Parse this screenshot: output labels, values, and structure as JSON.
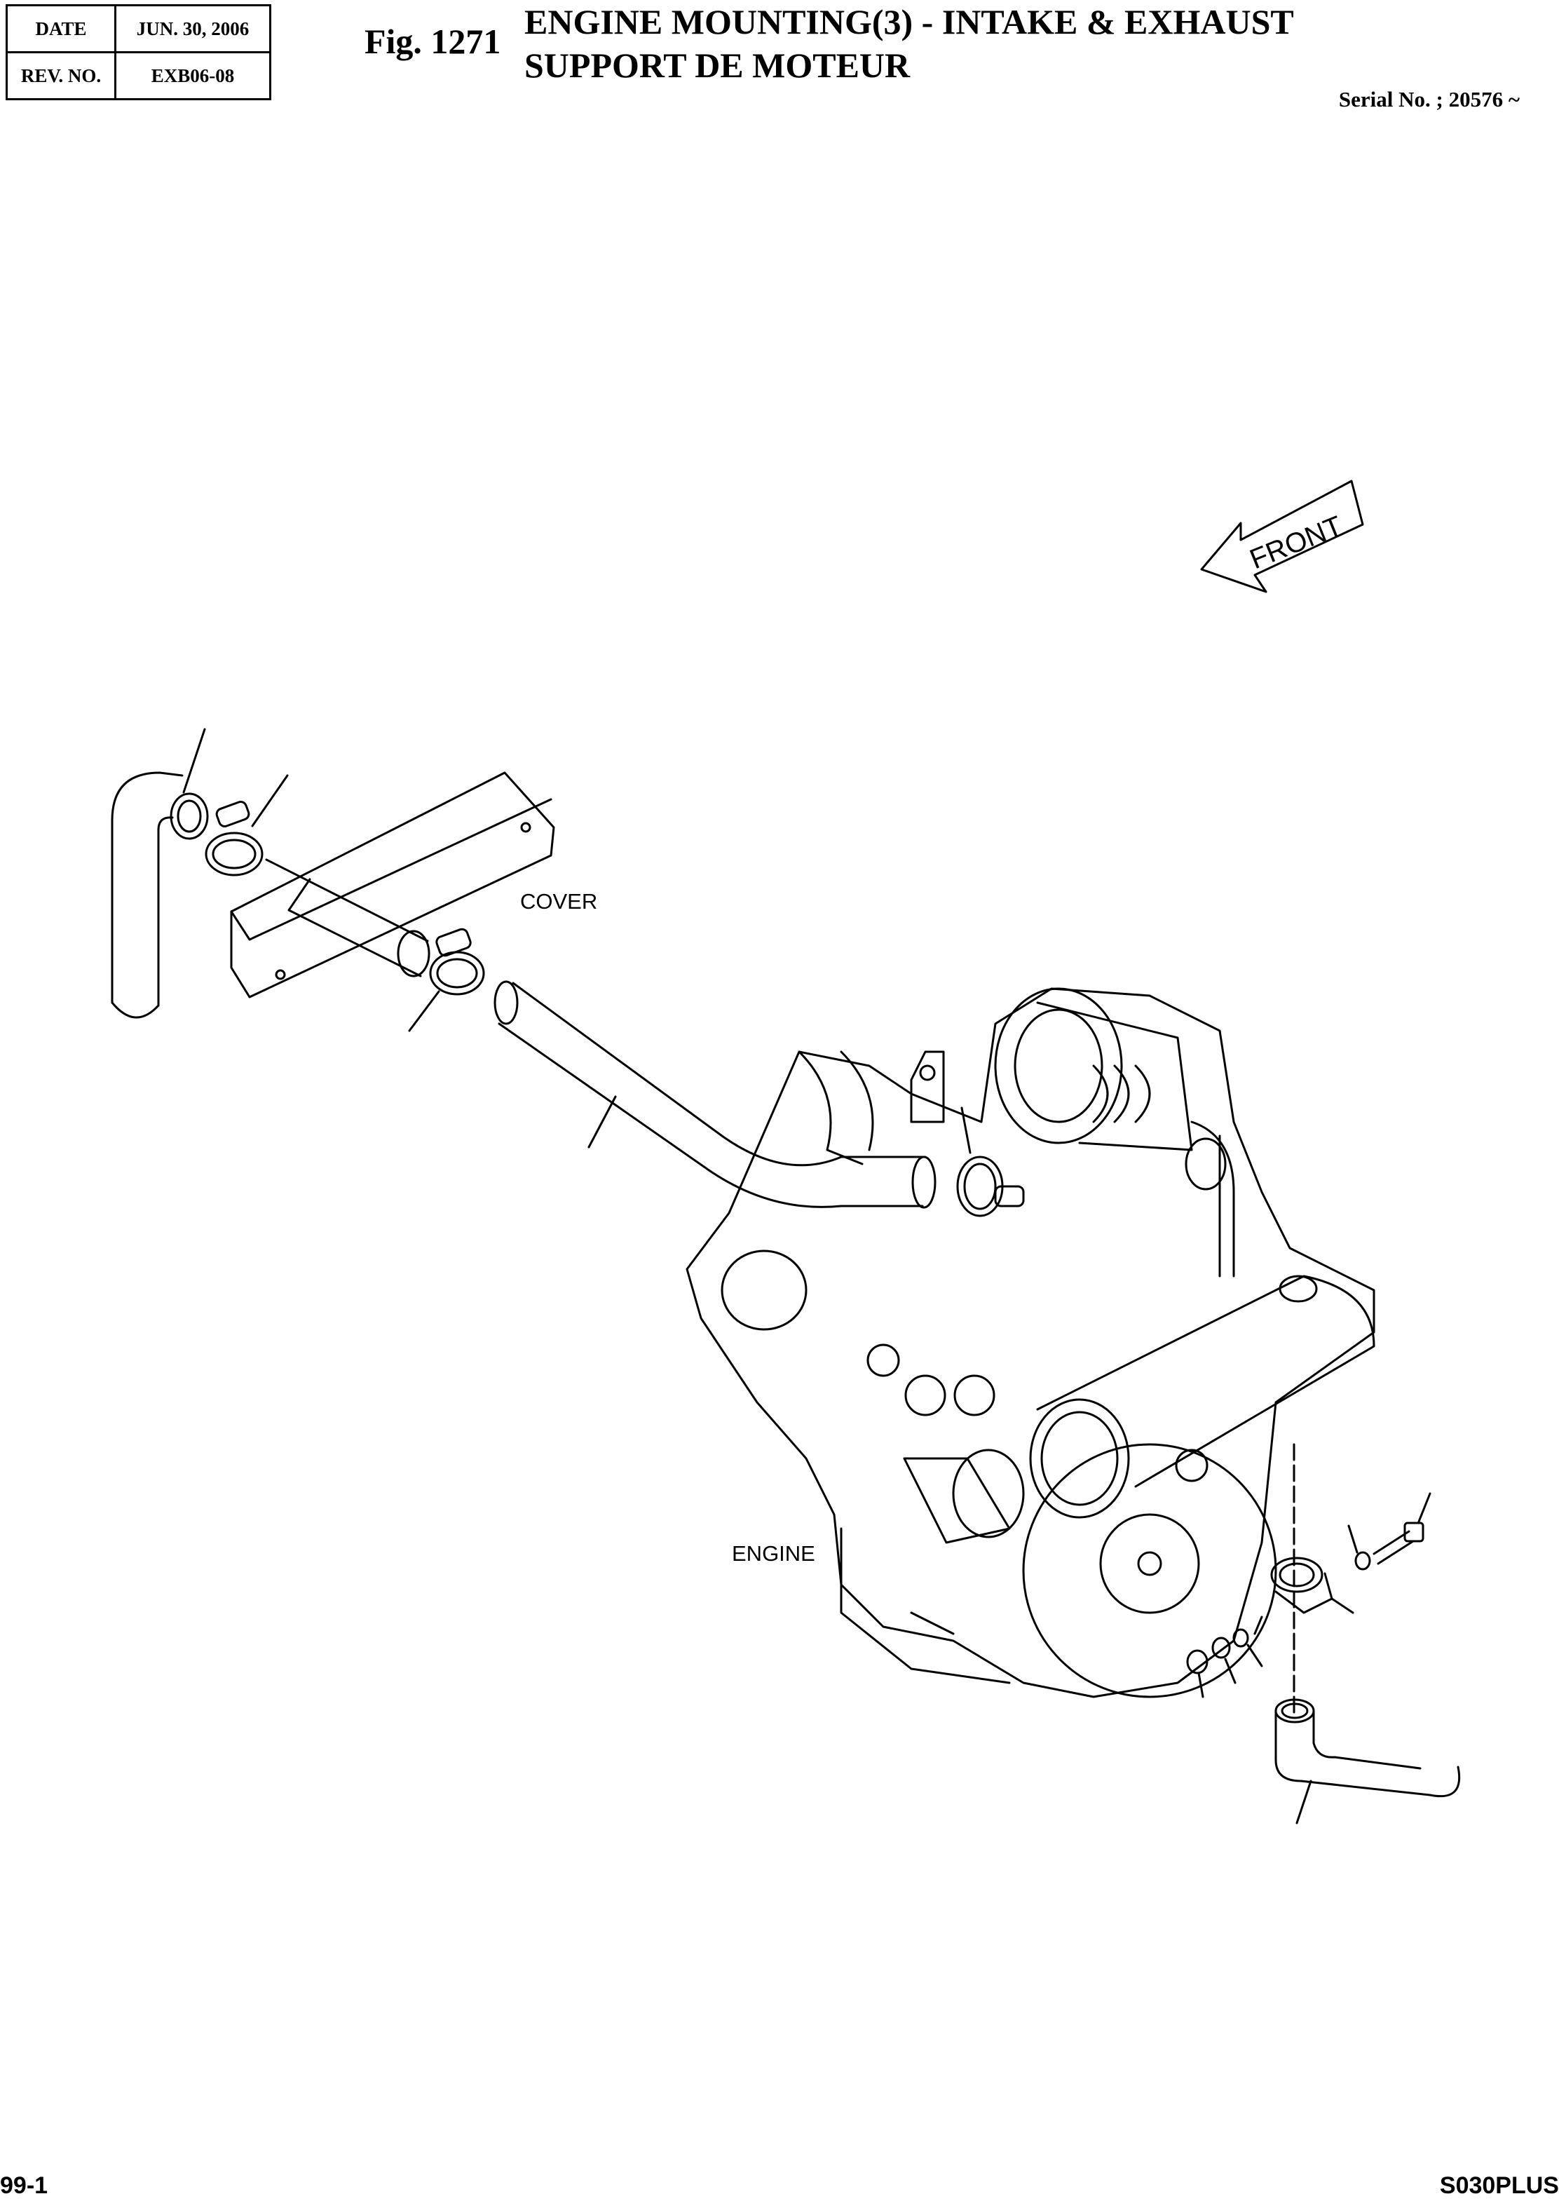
{
  "header": {
    "date_label": "DATE",
    "date_value": "JUN. 30, 2006",
    "rev_label": "REV. NO.",
    "rev_value": "EXB06-08"
  },
  "figure": {
    "number": "Fig. 1271",
    "title_line1": "ENGINE MOUNTING(3) - INTAKE & EXHAUST",
    "title_line2": "SUPPORT DE MOTEUR",
    "serial": "Serial No. ; 20576 ~"
  },
  "drawing_labels": {
    "front": "FRONT",
    "cover": "COVER",
    "engine": "ENGINE"
  },
  "footer": {
    "page": "99-1",
    "model": "S030PLUS"
  }
}
